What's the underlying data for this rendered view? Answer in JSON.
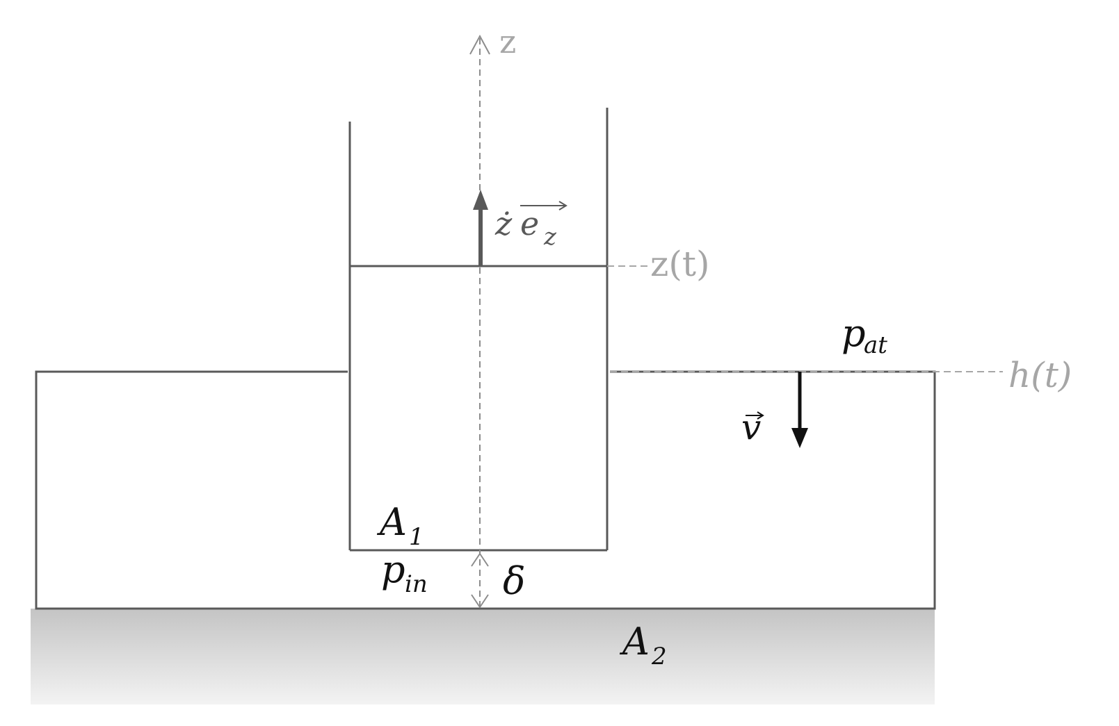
{
  "labels": {
    "axis_z": "z",
    "z_t": "z(t)",
    "h_t": "h(t)",
    "p_at_main": "p",
    "p_at_sub": "at",
    "v": "v",
    "A1_main": "A",
    "A1_sub": "1",
    "p_in_main": "p",
    "p_in_sub": "in",
    "delta": "δ",
    "A2_main": "A",
    "A2_sub": "2",
    "zdot_main": "ż",
    "e_main": "e",
    "e_sub": "z"
  },
  "colors": {
    "outline": "#595959",
    "axis": "#8c8c8c",
    "label_gray": "#a6a6a6",
    "arrow_v": "#111111",
    "ground_top": "#c8c8c8",
    "ground_bottom": "#f2f2f2"
  }
}
